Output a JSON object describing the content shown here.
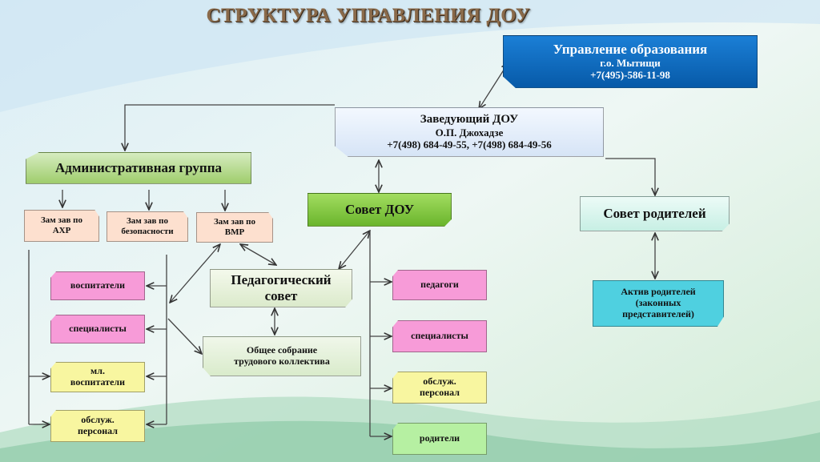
{
  "title": "СТРУКТУРА УПРАВЛЕНИЯ  ДОУ",
  "colors": {
    "blue": "#0a6cc4",
    "light_blue": "#e2ecf9",
    "green": "#a3cf6a",
    "bright_green": "#7cc43a",
    "mint": "#d8f5ee",
    "peach": "#fde0cf",
    "pink": "#f79bd8",
    "yellow": "#f8f6a0",
    "light_green": "#b6f0a2",
    "cyan": "#4fd0e0",
    "pale_green": "#e8f2dc"
  },
  "nodes": {
    "upravlenie": {
      "line1": "Управление образования",
      "line2": "г.о. Мытищи",
      "line3": "+7(495)-586-11-98"
    },
    "zaveduyushchiy": {
      "line1": "Заведующий ДОУ",
      "line2": "О.П. Джохадзе",
      "line3": "+7(498) 684-49-55, +7(498) 684-49-56"
    },
    "admin_group": {
      "label": "Административная группа"
    },
    "sovet_dou": {
      "label": "Совет ДОУ"
    },
    "sovet_roditeley": {
      "label": "Совет родителей"
    },
    "zam_ahr": {
      "line1": "Зам зав по",
      "line2": "АХР"
    },
    "zam_bez": {
      "line1": "Зам зав по",
      "line2": "безопасности"
    },
    "zam_vmr": {
      "line1": "Зам зав по",
      "line2": "ВМР"
    },
    "ped_sovet": {
      "line1": "Педагогический",
      "line2": "совет"
    },
    "obshchee": {
      "line1": "Общее собрание",
      "line2": "трудового коллектива"
    },
    "aktiv": {
      "line1": "Актив родителей",
      "line2": "(законных",
      "line3": "представителей)"
    },
    "left_vospitateli": {
      "label": "воспитатели"
    },
    "left_specialisty": {
      "label": "специалисты"
    },
    "left_ml": {
      "line1": "мл.",
      "line2": "воспитатели"
    },
    "left_obsl": {
      "line1": "обслуж.",
      "line2": "персонал"
    },
    "right_pedagogi": {
      "label": "педагоги"
    },
    "right_specialisty": {
      "label": "специалисты"
    },
    "right_obsl": {
      "line1": "обслуж.",
      "line2": "персонал"
    },
    "right_roditeli": {
      "label": "родители"
    }
  }
}
